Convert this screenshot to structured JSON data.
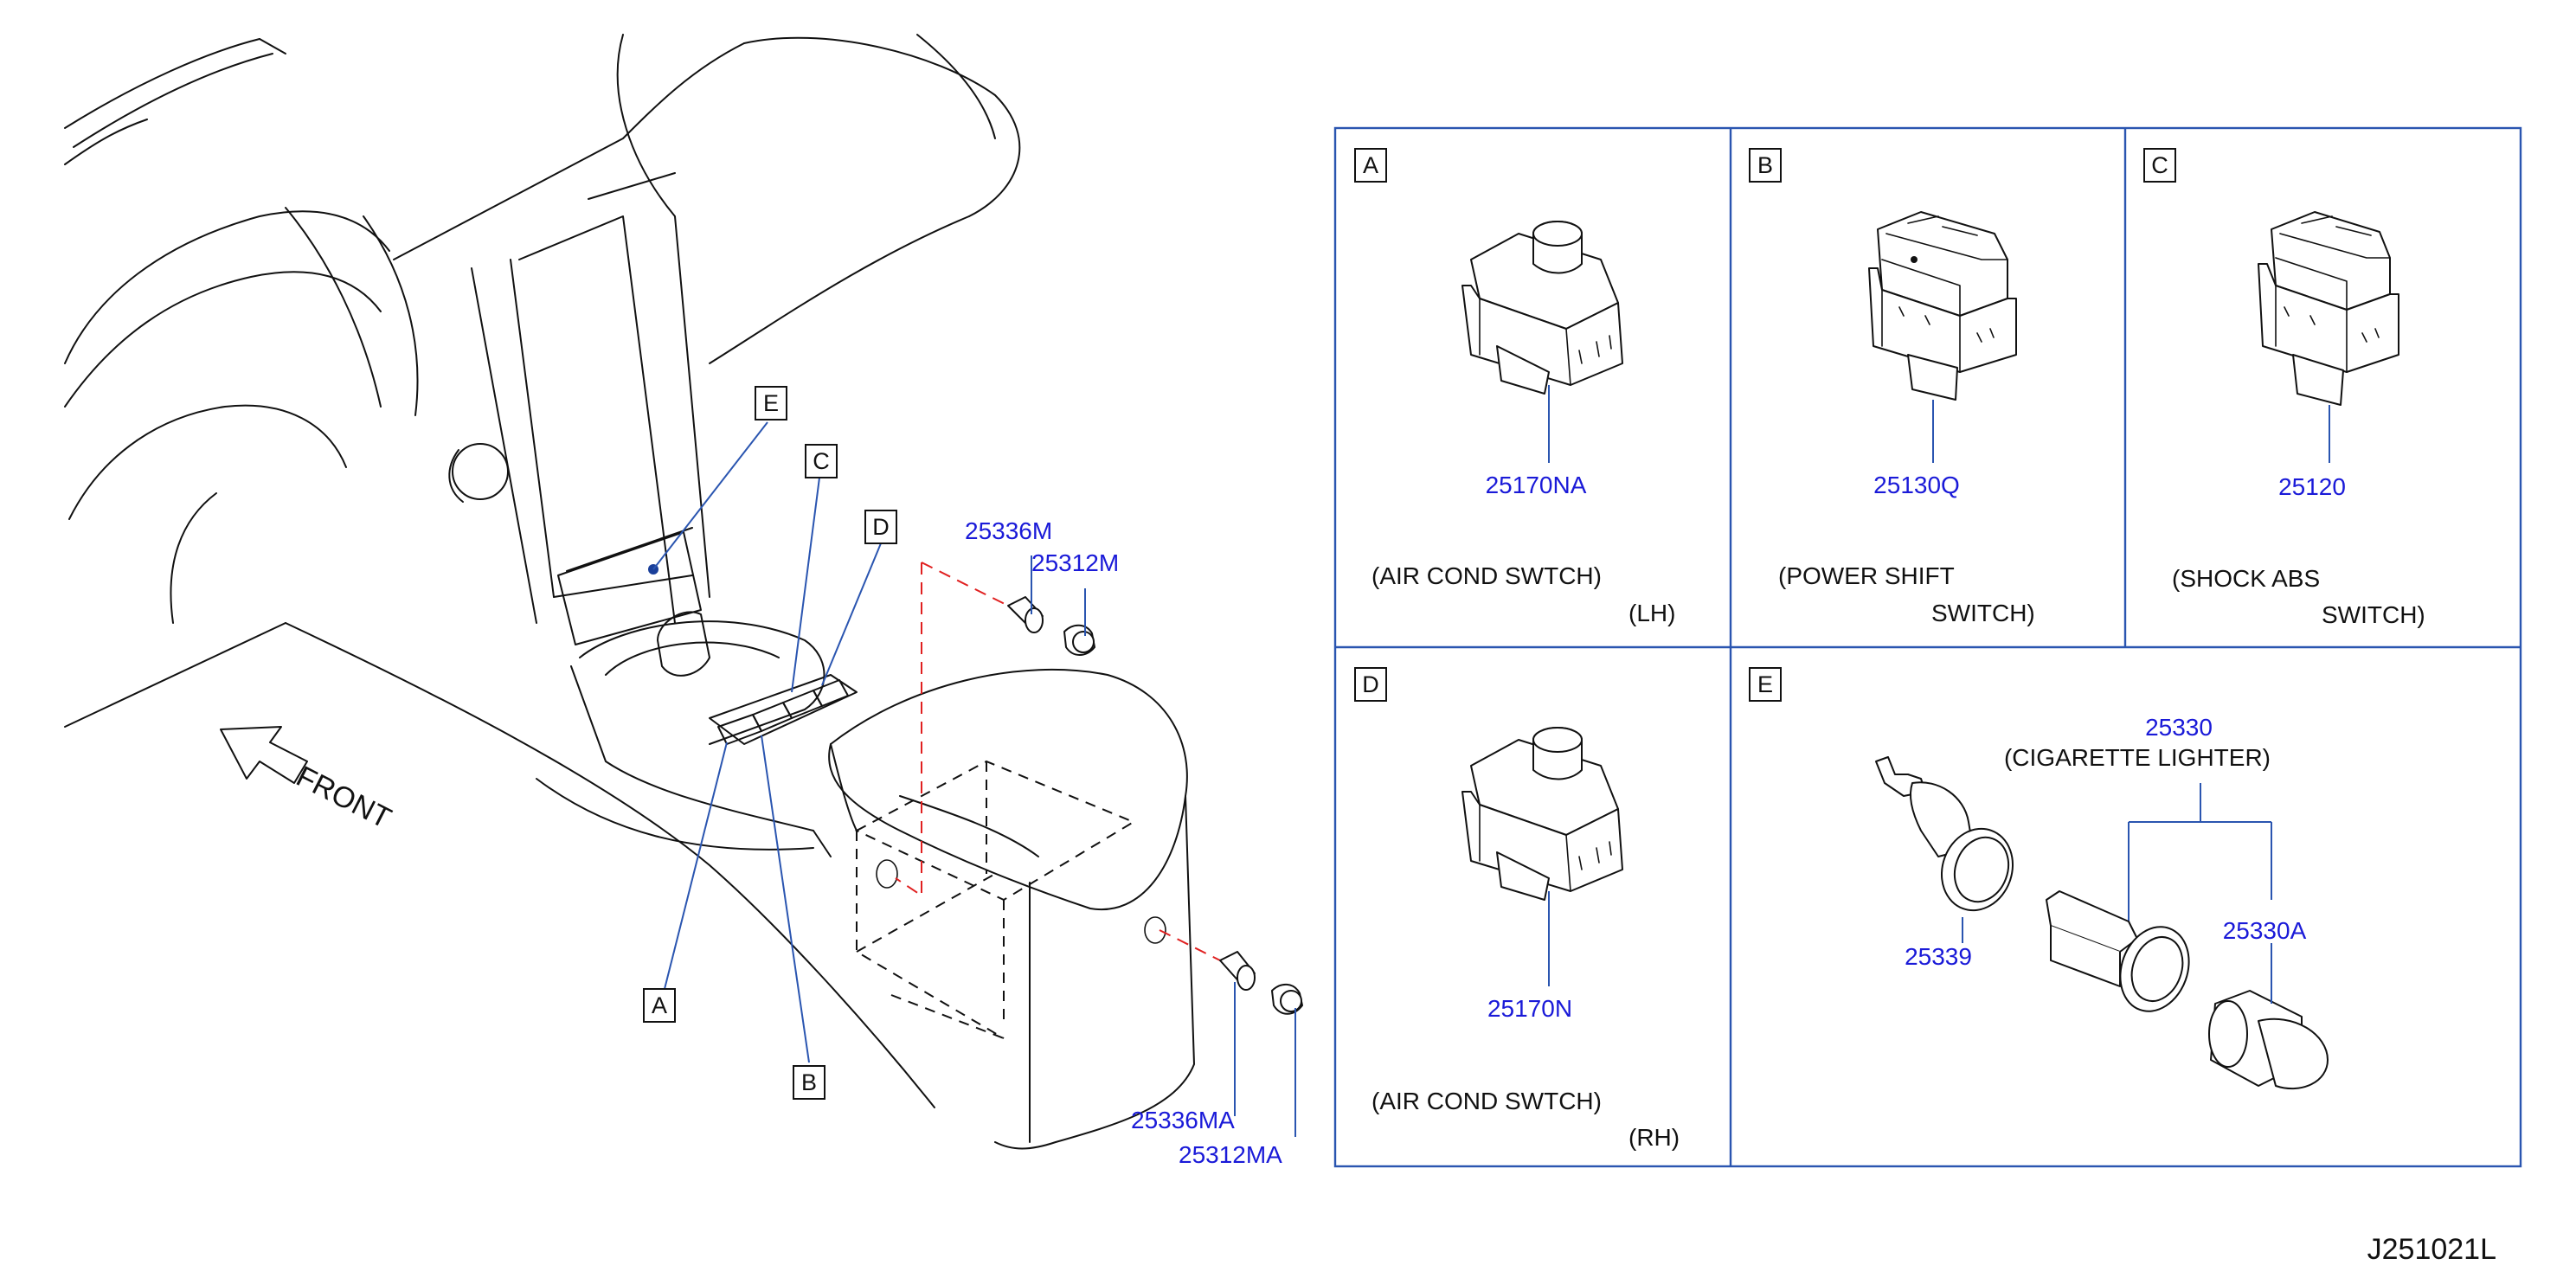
{
  "diagram_code": "J251021L",
  "front_label": "FRONT",
  "callouts": {
    "A": "A",
    "B": "B",
    "C": "C",
    "D": "D",
    "E": "E"
  },
  "main_parts": {
    "p25336M": "25336M",
    "p25312M": "25312M",
    "p25336MA": "25336MA",
    "p25312MA": "25312MA"
  },
  "panels": {
    "A": {
      "letter": "A",
      "part": "25170NA",
      "desc_line1": "(AIR   COND   SWTCH)",
      "desc_line2": "(LH)"
    },
    "B": {
      "letter": "B",
      "part": "25130Q",
      "desc_line1": "(POWER   SHIFT",
      "desc_line2": "SWITCH)"
    },
    "C": {
      "letter": "C",
      "part": "25120",
      "desc_line1": "(SHOCK   ABS",
      "desc_line2": "SWITCH)"
    },
    "D": {
      "letter": "D",
      "part": "25170N",
      "desc_line1": "(AIR   COND   SWTCH)",
      "desc_line2": "(RH)"
    },
    "E": {
      "letter": "E",
      "assembly_part": "25330",
      "assembly_desc": "(CIGARETTE   LIGHTER)",
      "socket_part": "25339",
      "knob_part": "25330A"
    }
  },
  "colors": {
    "part_number": "#1a1ad8",
    "leader": "#2a55b0",
    "panel_border": "#2a55b0",
    "dashed_path": "#e02020"
  }
}
